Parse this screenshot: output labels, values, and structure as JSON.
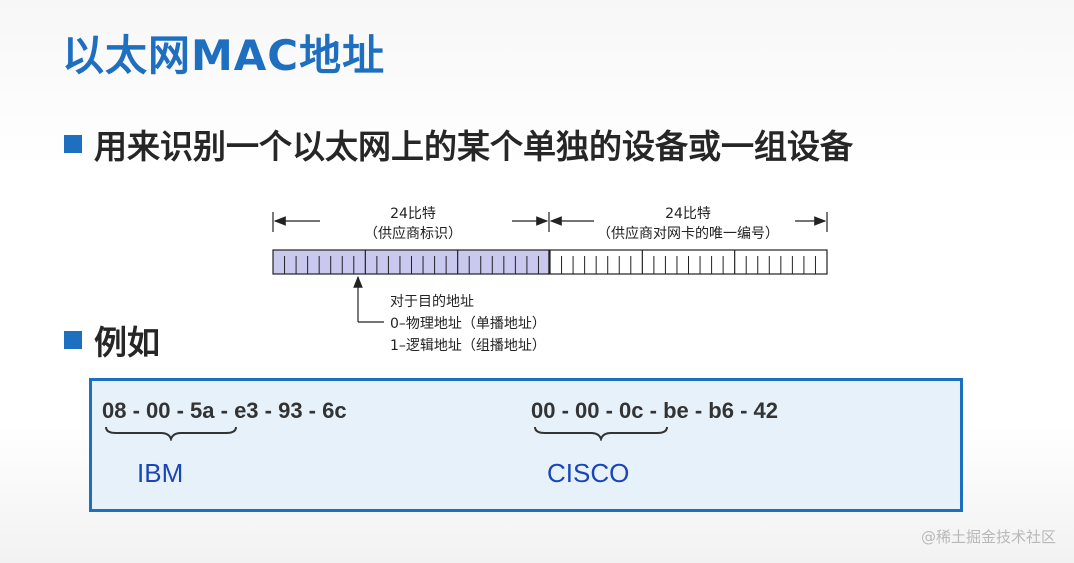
{
  "slide": {
    "title": "以太网MAC地址",
    "bullets": [
      "用来识别一个以太网上的某个单独的设备或一组设备",
      "例如"
    ]
  },
  "diagram": {
    "left_block": {
      "bits": "24比特",
      "desc": "（供应商标识）"
    },
    "right_block": {
      "bits": "24比特",
      "desc": "（供应商对网卡的唯一编号）"
    },
    "annotation": [
      "对于目的地址",
      "0–物理地址（单播地址）",
      "1–逻辑地址（组播地址）"
    ],
    "colors": {
      "vendor_fill": "#c9c9f0",
      "unique_fill": "#ffffff"
    }
  },
  "examples": [
    {
      "address": "08 - 00 - 5a - e3 - 93 - 6c",
      "vendor": "IBM"
    },
    {
      "address": "00 - 00 - 0c - be - b6 - 42",
      "vendor": "CISCO"
    }
  ],
  "watermark": "@稀土掘金技术社区",
  "colors": {
    "accent": "#1f6fc0",
    "vendor_text": "#1a45b8"
  }
}
